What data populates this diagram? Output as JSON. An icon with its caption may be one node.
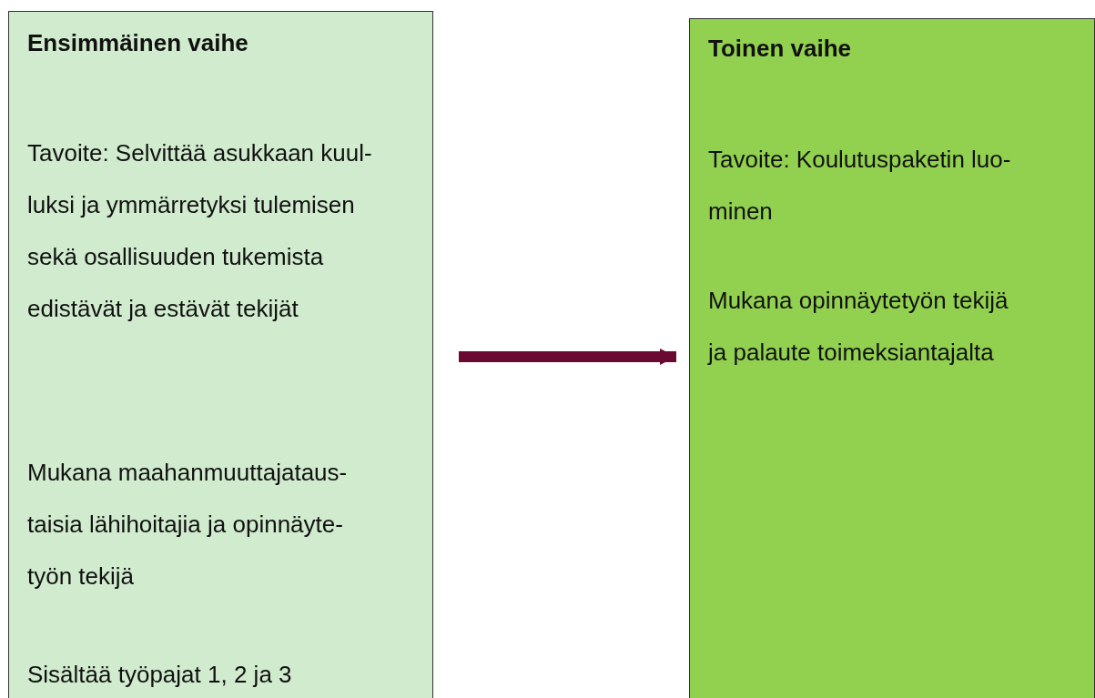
{
  "diagram": {
    "nodes": [
      {
        "text": [
          "Ensimmäinen vaihe",
          "Tavoite: Selvittää asukkaan kuul- luksi ja ymmärretyksi tulemisen sekä osallisuuden tukemista edistävät ja estävät tekijät",
          "Mukana maahanmuuttajataus- taisia lähihoitajia ja opinnäyte- työn tekijä",
          "Sisältää työpajat 1, 2 ja 3"
        ]
      },
      {
        "text": [
          "Toinen vaihe",
          "Tavoite: Koulutuspaketin luo- minen",
          "Mukana opinnäytetyön tekijä ja palaute toimeksiantajalta"
        ]
      }
    ],
    "edges": [
      {
        "from": 0,
        "to": 1,
        "arrow": "to",
        "color": "#6a0a33"
      }
    ]
  }
}
